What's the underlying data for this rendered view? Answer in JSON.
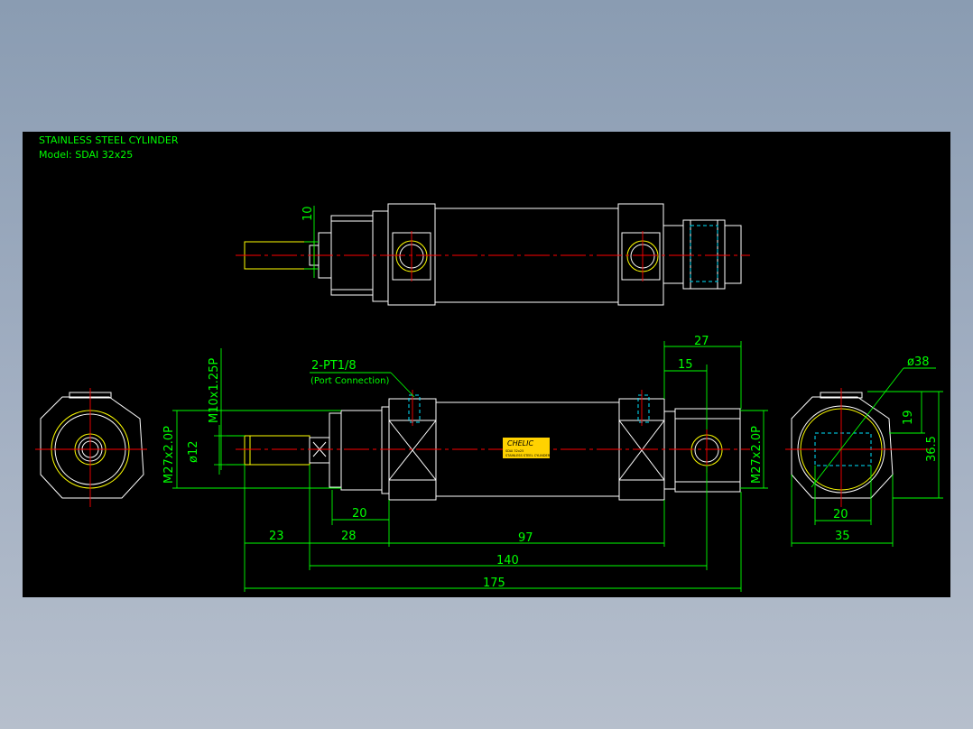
{
  "header": {
    "title": "STAINLESS STEEL CYLINDER",
    "model": "Model: SDAI 32x25"
  },
  "colors": {
    "background": "#000000",
    "outline": "#ffffff",
    "centerline": "#ff0000",
    "dimension": "#00ff00",
    "rod": "#ffff00",
    "hidden": "#00e5ff",
    "window_frame": "#8a9cb2"
  },
  "callouts": {
    "port": "2-PT1/8",
    "port_note": "(Port Connection)",
    "rod_thread": "M10x1.25P",
    "rod_dia": "ø12",
    "head_thread_left": "M27x2.0P",
    "head_thread_right": "M27x2.0P",
    "bore_dia": "ø38"
  },
  "dimensions": {
    "top_rod": "10",
    "d27": "27",
    "d15": "15",
    "d20_front": "20",
    "d23": "23",
    "d28": "28",
    "d97": "97",
    "d140": "140",
    "d175": "175",
    "side_19": "19",
    "side_36_5": "36.5",
    "side_20": "20",
    "side_35": "35"
  },
  "label_plate": {
    "brand": "CHELIC",
    "line1": "SDAI 32x25",
    "line2": "STAINLESS STEEL CYLINDER"
  }
}
